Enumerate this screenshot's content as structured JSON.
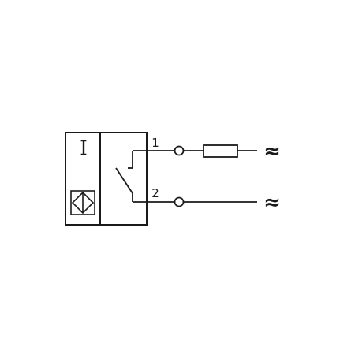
{
  "sensor": {
    "type_label": "I"
  },
  "terminals": [
    {
      "label": "1"
    },
    {
      "label": "2"
    }
  ],
  "supply": {
    "ac_symbol": "≈"
  },
  "colors": {
    "stroke": "#1a1a1a",
    "background": "#ffffff"
  },
  "icons": [
    "inductive-sensor-symbol-icon",
    "switch-contact-icon",
    "resistor-load-icon",
    "terminal-circle-icon"
  ]
}
